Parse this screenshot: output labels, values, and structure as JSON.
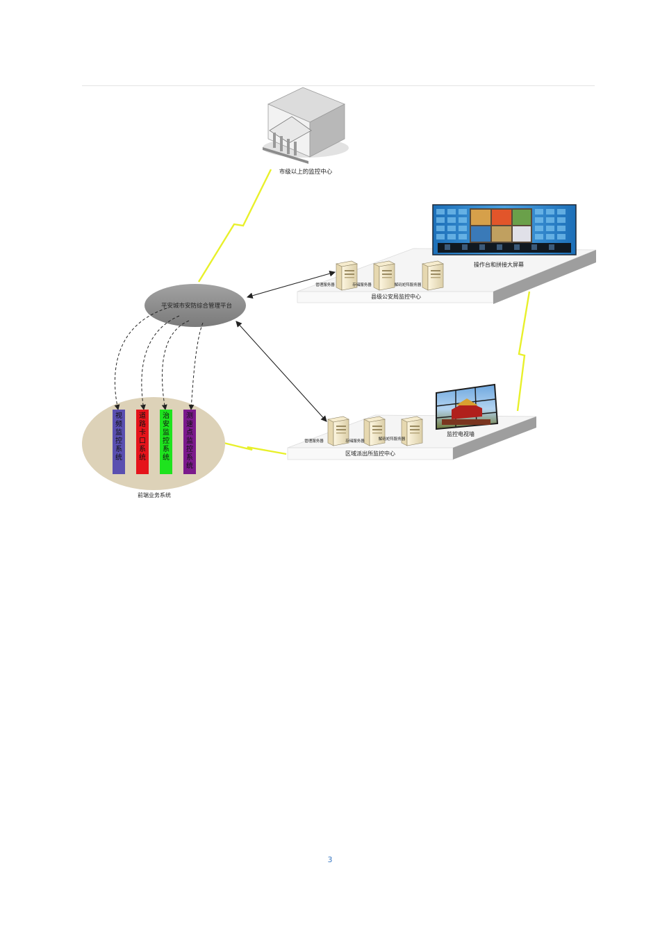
{
  "top_center": {
    "label": "市级以上的监控中心"
  },
  "platform": {
    "label": "平安城市安防综合管理平台"
  },
  "county_center": {
    "label": "县级公安局监控中心",
    "servers": [
      "管理服务器",
      "存储服务器",
      "解码矩阵服务器"
    ],
    "screen_label": "操作台和拼接大屏幕"
  },
  "district_center": {
    "label": "区域派出所监控中心",
    "servers": [
      "管理服务器",
      "存储服务器",
      "解码矩阵服务器"
    ],
    "screen_label": "监控电视墙"
  },
  "frontend": {
    "label": "前端业务系统",
    "systems": [
      {
        "name": "视频监控系统",
        "color": "#5a4fb0"
      },
      {
        "name": "道路卡口系统",
        "color": "#e5141b"
      },
      {
        "name": "治安监控系统",
        "color": "#1ee31e"
      },
      {
        "name": "测速点监控系统",
        "color": "#7b1a8c"
      }
    ]
  },
  "page_number": "3"
}
